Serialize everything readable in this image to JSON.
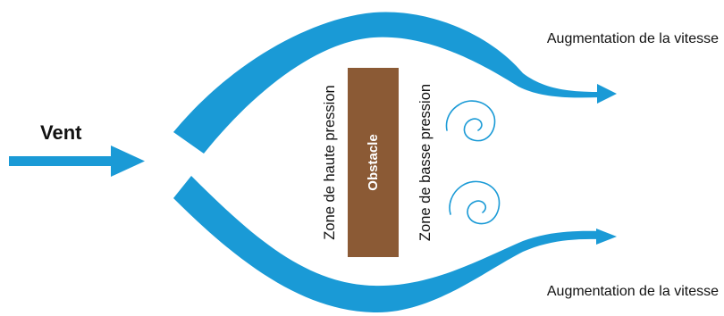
{
  "labels": {
    "wind": "Vent",
    "speed_top": "Augmentation de la vitesse",
    "speed_bottom": "Augmentation de la vitesse",
    "high_pressure": "Zone de haute pression",
    "low_pressure": "Zone de basse pression",
    "obstacle": "Obstacle"
  },
  "colors": {
    "flow": "#1a9ad6",
    "obstacle": "#8b5a35",
    "text": "#111111",
    "obstacle_text": "#ffffff"
  },
  "icons": [
    "wind-arrow",
    "flow-arrow-top",
    "flow-arrow-bottom",
    "vortex-top",
    "vortex-bottom"
  ]
}
